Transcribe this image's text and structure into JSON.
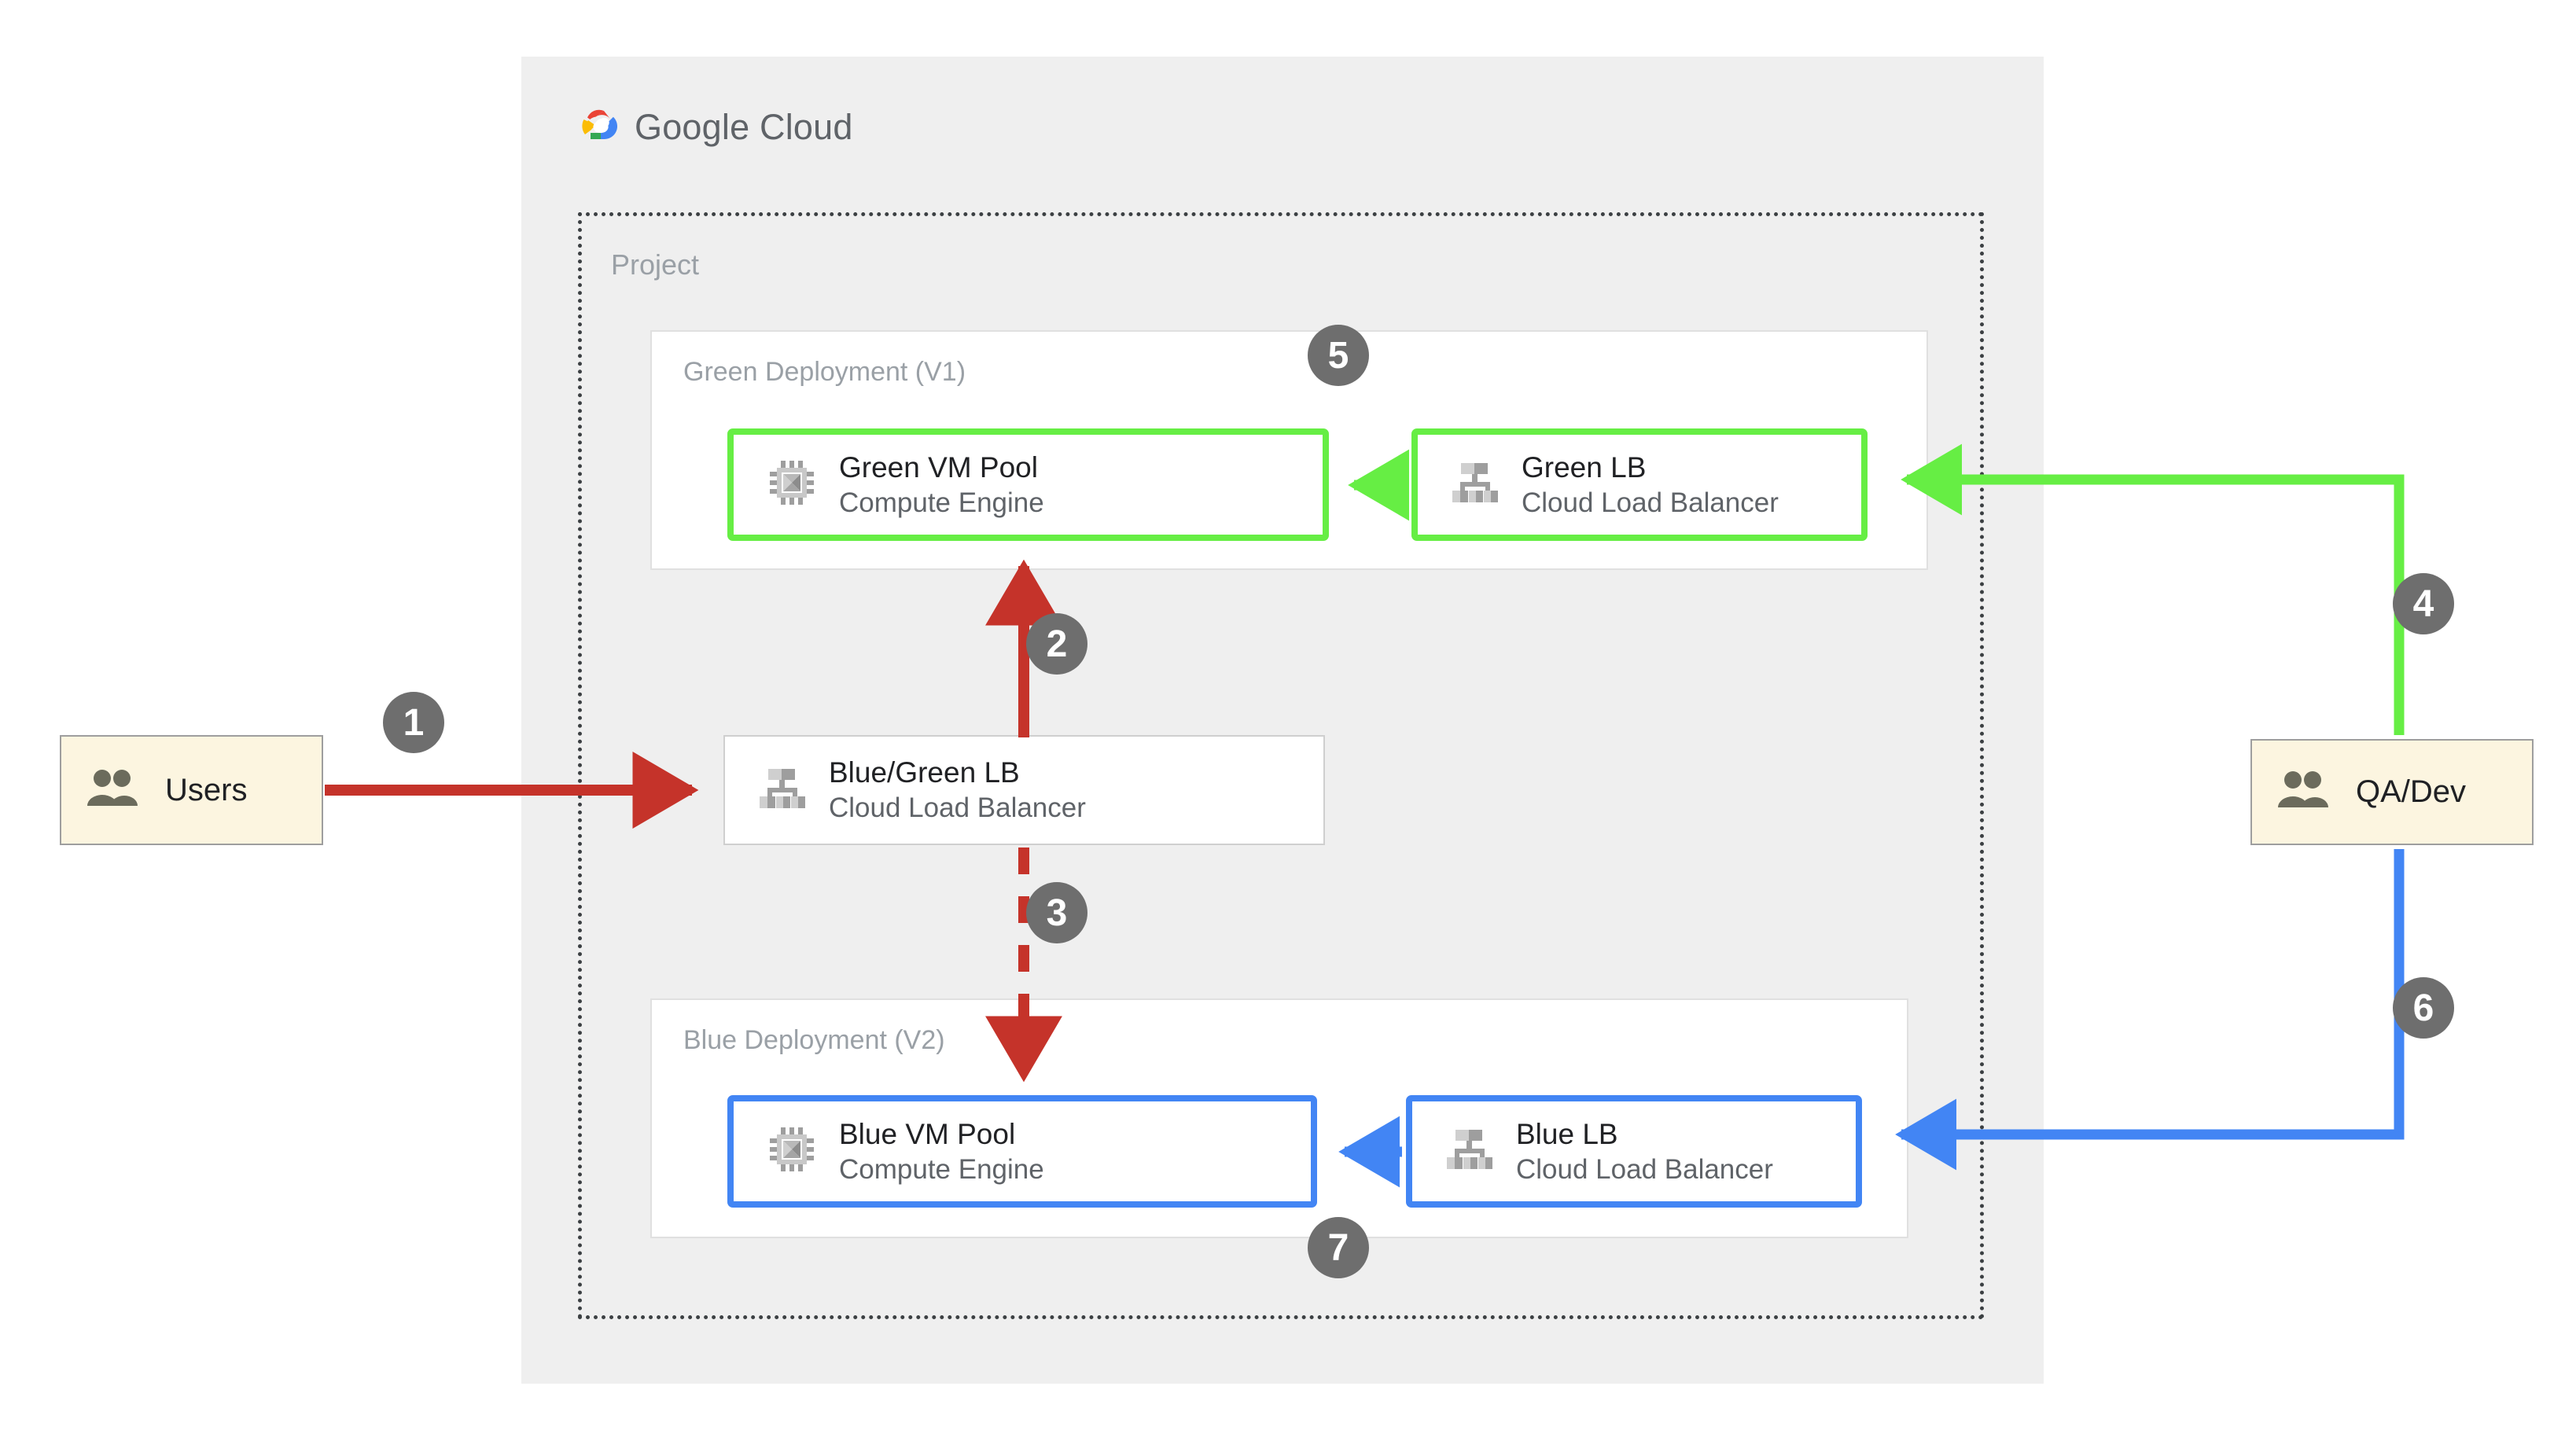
{
  "cloud": {
    "brand_prefix": "Google",
    "brand_suffix": "Cloud",
    "logo_icon": "google-cloud-logo-icon"
  },
  "project": {
    "label": "Project"
  },
  "groups": {
    "green": {
      "label": "Green Deployment (V1)"
    },
    "blue": {
      "label": "Blue Deployment (V2)"
    }
  },
  "nodes": {
    "green_vm": {
      "title": "Green VM Pool",
      "subtitle": "Compute Engine",
      "icon": "compute-engine-cpu-icon",
      "border_color": "#66ee44"
    },
    "green_lb": {
      "title": "Green LB",
      "subtitle": "Cloud Load Balancer",
      "icon": "cloud-load-balancer-icon",
      "border_color": "#66ee44"
    },
    "bg_lb": {
      "title": "Blue/Green LB",
      "subtitle": "Cloud Load Balancer",
      "icon": "cloud-load-balancer-icon",
      "border_color": "#cfcfcf"
    },
    "blue_vm": {
      "title": "Blue VM Pool",
      "subtitle": "Compute Engine",
      "icon": "compute-engine-cpu-icon",
      "border_color": "#4285f4"
    },
    "blue_lb": {
      "title": "Blue LB",
      "subtitle": "Cloud Load Balancer",
      "icon": "cloud-load-balancer-icon",
      "border_color": "#4285f4"
    }
  },
  "actors": {
    "users": {
      "label": "Users",
      "icon": "users-group-icon"
    },
    "qa_dev": {
      "label": "QA/Dev",
      "icon": "users-group-icon"
    }
  },
  "steps": {
    "s1": "1",
    "s2": "2",
    "s3": "3",
    "s4": "4",
    "s5": "5",
    "s6": "6",
    "s7": "7"
  },
  "colors": {
    "red_flow": "#c5332a",
    "green_flow": "#66ee44",
    "blue_flow": "#4285f4",
    "badge_gray": "#6e6e6e",
    "panel_gray": "#efefef",
    "actor_cream": "#fcf5e0",
    "muted_text": "#9aa0a6"
  }
}
